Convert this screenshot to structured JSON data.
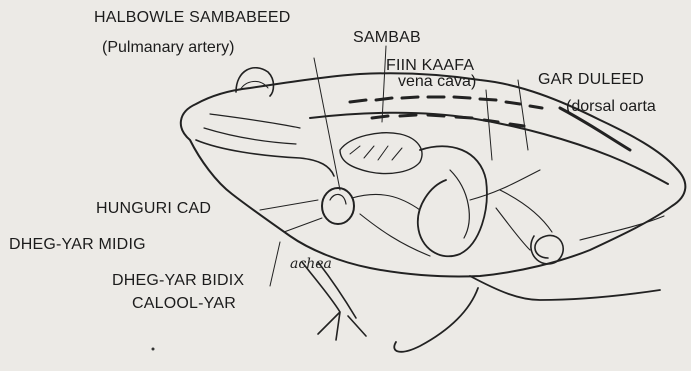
{
  "labels": {
    "pulmonary_main": "HALBOWLE SAMBABEED",
    "pulmonary_sub": "(Pulmanary artery)",
    "lung": "SAMBAB",
    "vena_main": "FIIN KAAFA",
    "vena_sub": "vena cava)",
    "aorta_main": "GAR DULEED",
    "aorta_sub": "(dorsal oarta",
    "trachea": "HUNGURI CAD",
    "right_atrium": "DHEG-YAR MIDIG",
    "left_atrium": "DHEG-YAR BIDIX",
    "ventricle": "CALOOL-YAR"
  },
  "handwritten": "achea"
}
